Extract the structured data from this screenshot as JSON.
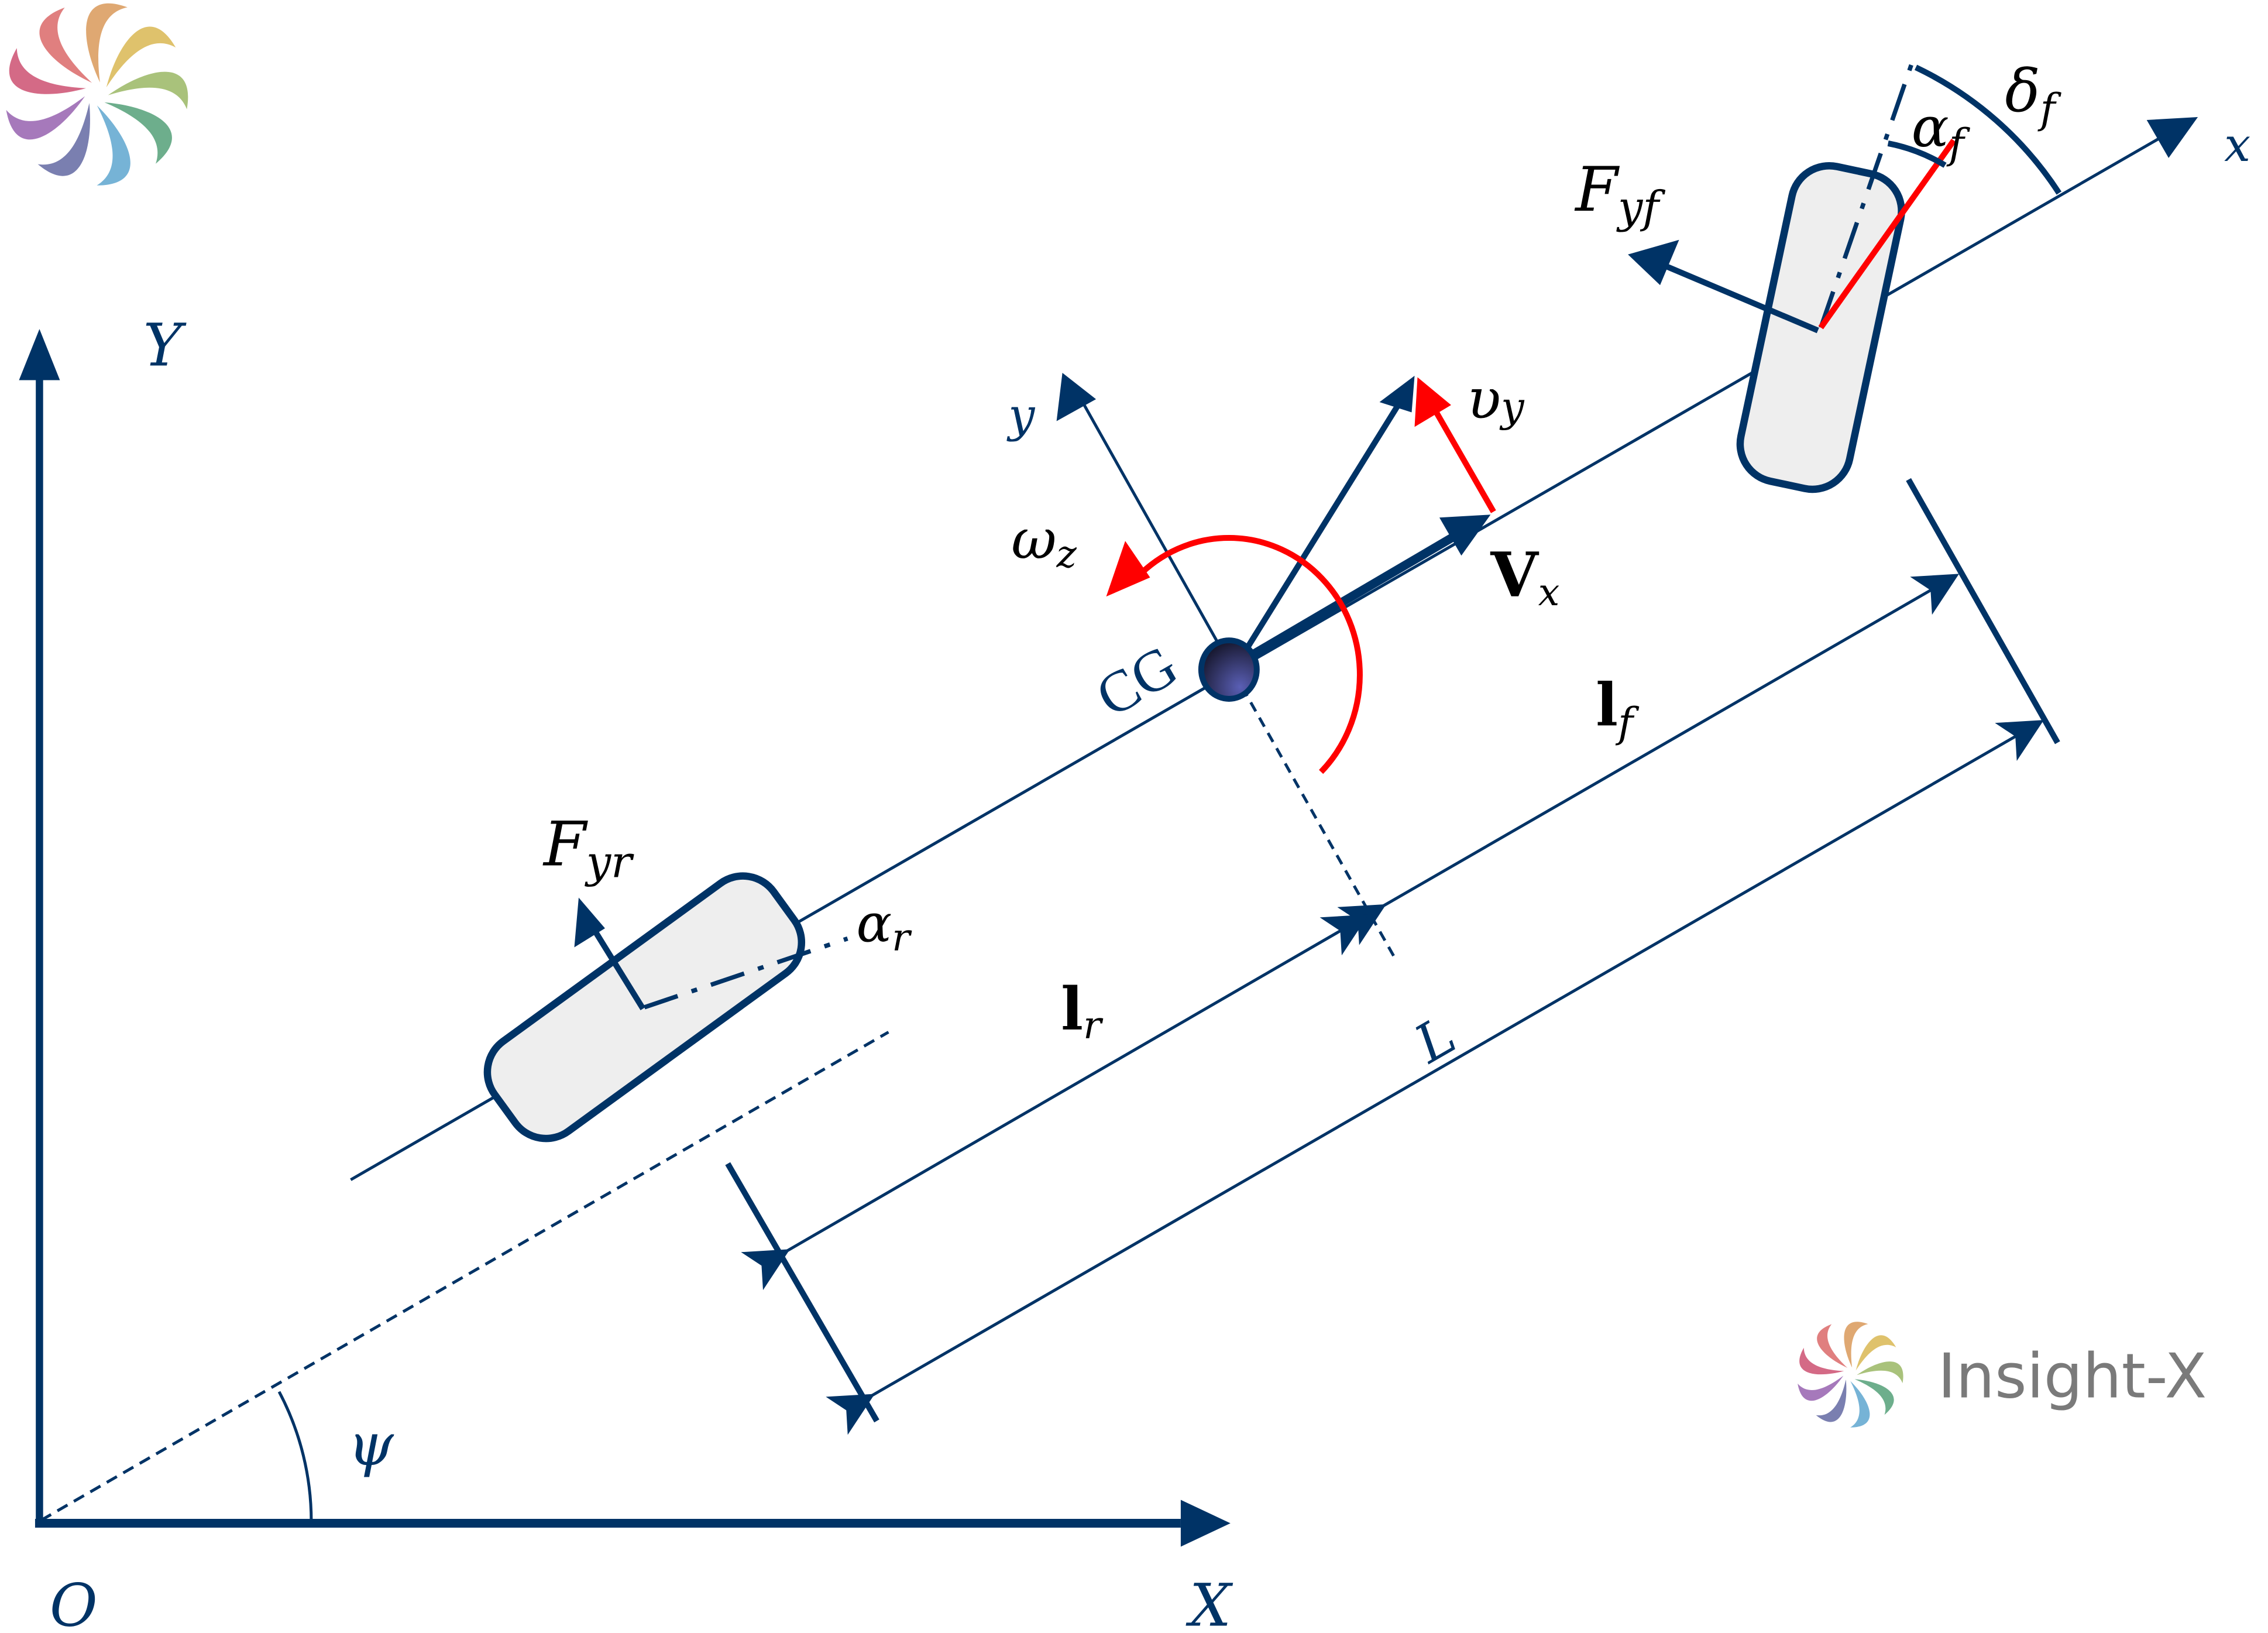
{
  "diagram": {
    "title": "Bicycle vehicle dynamics model",
    "colors": {
      "navy": "#003366",
      "red": "#ff0000",
      "tire_fill": "#eeeeee",
      "brand_text": "#7a7a7a"
    },
    "labels": {
      "global_y": "Y",
      "global_x": "X",
      "origin": "O",
      "yaw": "ψ",
      "body_x": "x",
      "body_y": "y",
      "cg": "CG",
      "vx_main": "V",
      "vx_sub": "x",
      "vy_main": "υ",
      "vy_sub": "y",
      "wz_main": "ω",
      "wz_sub": "z",
      "fyf_main": "F",
      "fyf_sub": "yf",
      "fyr_main": "F",
      "fyr_sub": "yr",
      "alpha_f_main": "α",
      "alpha_f_sub": "f",
      "alpha_r_main": "α",
      "alpha_r_sub": "r",
      "delta_f_main": "δ",
      "delta_f_sub": "f",
      "lf_main": "l",
      "lf_sub": "f",
      "lr_main": "l",
      "lr_sub": "r",
      "wheelbase": "L"
    },
    "brand": {
      "name": "Insight-X",
      "logo_icon": "swirl-logo-icon",
      "petal_colors": [
        "#e07f7f",
        "#dfa872",
        "#dfc26c",
        "#a9c27b",
        "#6dae8c",
        "#76b3d6",
        "#7a7fb0",
        "#a679bb",
        "#d46a86"
      ]
    }
  }
}
